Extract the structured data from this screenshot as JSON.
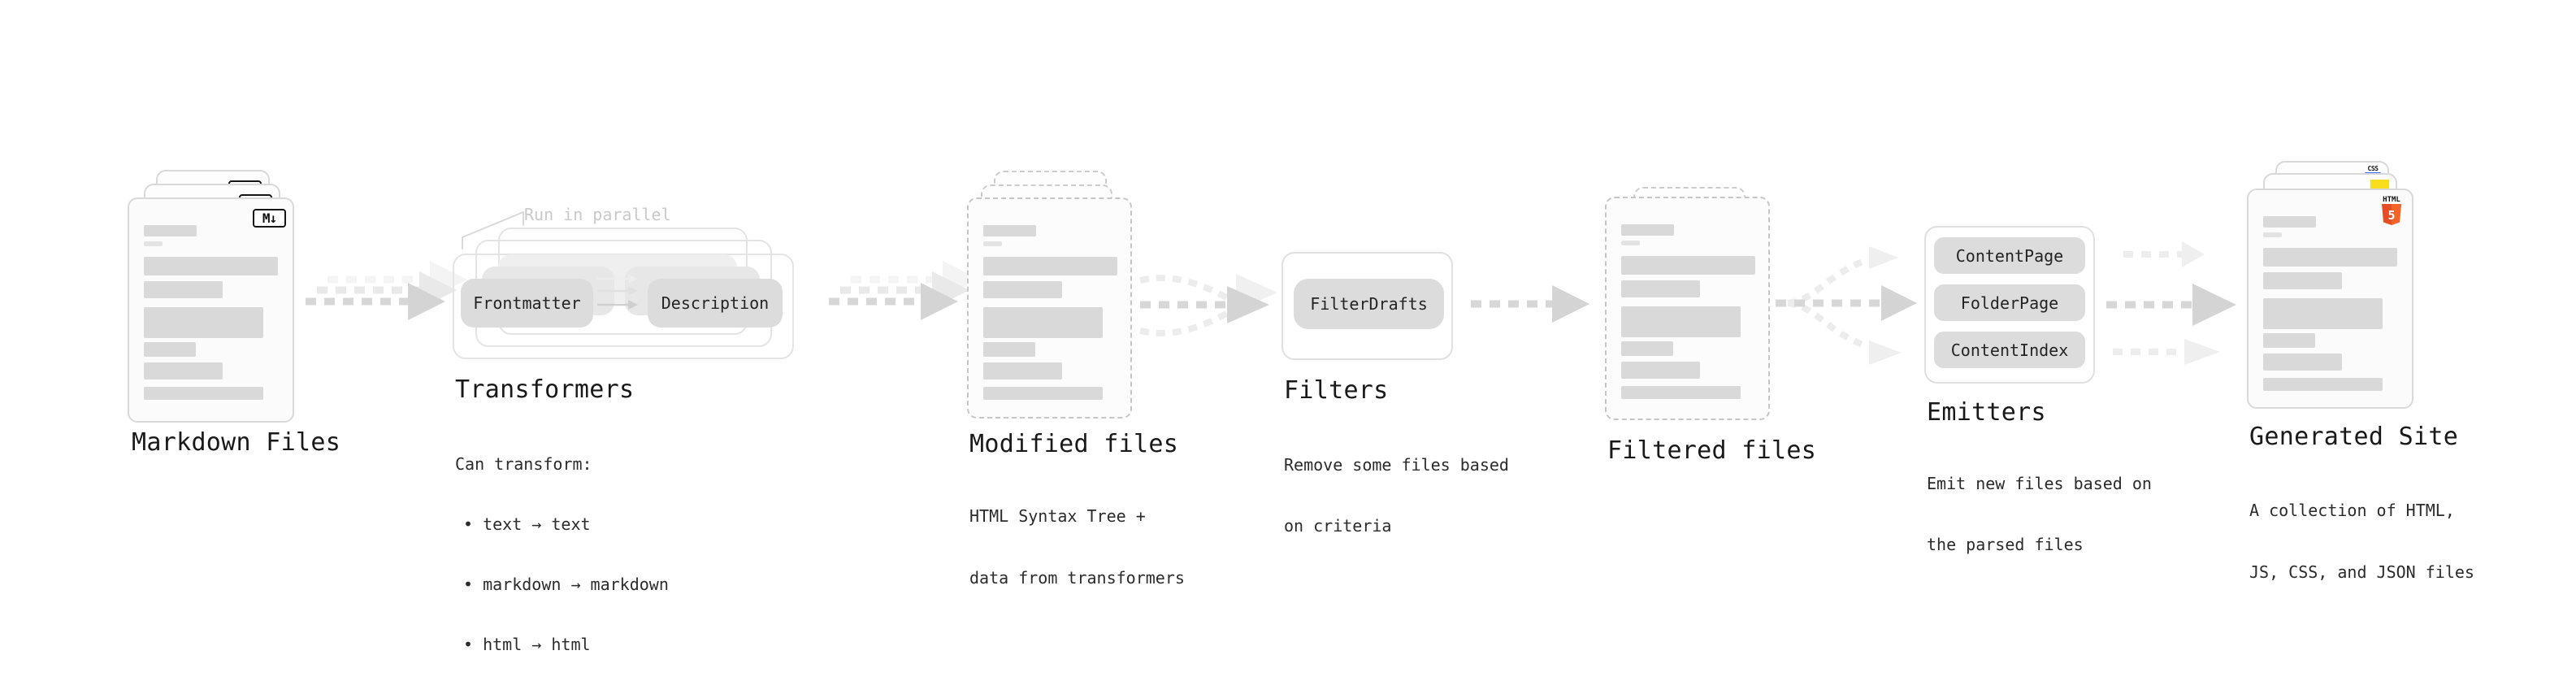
{
  "diagram": {
    "markdown": {
      "title": "Markdown Files",
      "badge": "M↓"
    },
    "transformers": {
      "title": "Transformers",
      "note": "Run in parallel",
      "chips": [
        "Frontmatter",
        "Description"
      ],
      "desc": "Can transform:",
      "bullets": [
        "• text → text",
        "• markdown → markdown",
        "• html → html"
      ]
    },
    "modified": {
      "title": "Modified files",
      "desc": [
        "HTML Syntax Tree +",
        "data from transformers"
      ]
    },
    "filters": {
      "title": "Filters",
      "chip": "FilterDrafts",
      "desc": [
        "Remove some files based",
        "on criteria"
      ]
    },
    "filtered": {
      "title": "Filtered files"
    },
    "emitters": {
      "title": "Emitters",
      "chips": [
        "ContentPage",
        "FolderPage",
        "ContentIndex"
      ],
      "desc": [
        "Emit new files based on",
        "the parsed files"
      ]
    },
    "generated": {
      "title": "Generated Site",
      "desc": [
        "A collection of HTML,",
        "JS, CSS, and JSON files"
      ],
      "badges": {
        "html_label": "HTML",
        "html_number": "5",
        "css": "CSS"
      }
    },
    "colors": {
      "html5_orange": "#e44d26",
      "html5_orange_light": "#f16529",
      "js_yellow": "#f7df1e",
      "css_blue": "#3b6ff0",
      "arrow_gray": "#d7d7d7",
      "chip_gray": "#dcdcdc",
      "card_border": "#d9d9d9"
    }
  }
}
